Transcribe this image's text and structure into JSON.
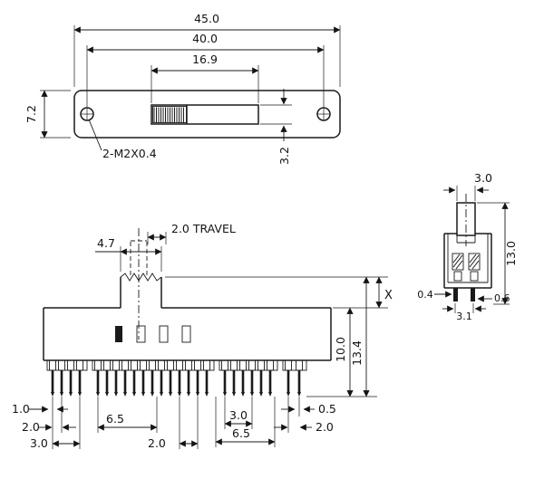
{
  "drawing": {
    "top_view": {
      "dim_overall_width": "45.0",
      "dim_hole_spacing": "40.0",
      "dim_slot_width": "16.9",
      "dim_plate_height": "7.2",
      "dim_slot_height": "3.2",
      "thread_label": "2-M2X0.4"
    },
    "front_view": {
      "travel_label": "2.0 TRAVEL",
      "dim_knob_width": "4.7",
      "dim_step_height": "X",
      "dim_body_height": "10.0",
      "dim_total_height": "13.4",
      "dim_pin_width_left": "1.0",
      "dim_pitch_left": "2.0",
      "dim_span_left": "3.0",
      "dim_group_left": "6.5",
      "dim_pitch_mid": "2.0",
      "dim_span_right": "3.0",
      "dim_group_right": "6.5",
      "dim_pin_width_right": "0.5",
      "dim_pitch_right": "2.0"
    },
    "side_view": {
      "dim_knob_width": "3.0",
      "dim_height": "13.0",
      "dim_pin_thickness": "0.4",
      "dim_pin_spacing": "3.1",
      "dim_pin_offset": "0.6"
    }
  }
}
